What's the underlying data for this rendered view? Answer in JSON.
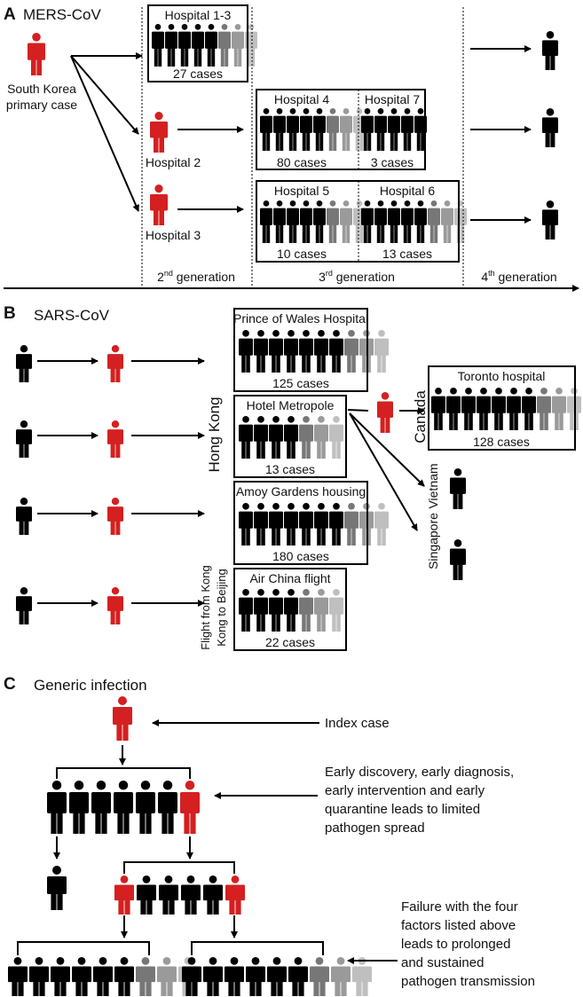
{
  "colors": {
    "infected": "#d42020",
    "case": "#000000",
    "gray1": "#777777",
    "gray2": "#9a9a9a",
    "gray3": "#bfbfbf",
    "line": "#000000"
  },
  "panelA": {
    "letter": "A",
    "title": "MERS-CoV",
    "primary_label_1": "South Korea",
    "primary_label_2": "primary case",
    "h2_label": "Hospital 2",
    "h3_label": "Hospital 3",
    "box_h13_title": "Hospital 1-3",
    "box_h13_count": "27 cases",
    "box_h4_title": "Hospital 4",
    "box_h4_count": "80 cases",
    "box_h7_title": "Hospital 7",
    "box_h7_count": "3 cases",
    "box_h5_title": "Hospital 5",
    "box_h5_count": "10 cases",
    "box_h6_title": "Hospital 6",
    "box_h6_count": "13 cases",
    "gen2_num": "2",
    "gen2_sup": "nd",
    "gen2_text": " generation",
    "gen3_num": "3",
    "gen3_sup": "rd",
    "gen3_text": " generation",
    "gen4_num": "4",
    "gen4_sup": "th",
    "gen4_text": " generation"
  },
  "panelB": {
    "letter": "B",
    "title": "SARS-CoV",
    "hong_kong": "Hong Kong",
    "flight_line_1": "Flight from Kong",
    "flight_line_2": "Kong to Beijing",
    "pow_title": "Prince of Wales Hospital",
    "pow_count": "125 cases",
    "metropole_title": "Hotel Metropole",
    "metropole_count": "13 cases",
    "amoy_title": "Amoy Gardens housing",
    "amoy_count": "180 cases",
    "airchina_title": "Air China flight",
    "airchina_count": "22 cases",
    "canada": "Canada",
    "toronto_title": "Toronto hospital",
    "toronto_count": "128 cases",
    "vietnam": "Vietnam",
    "singapore": "Singapore"
  },
  "panelC": {
    "letter": "C",
    "title": "Generic infection",
    "index_case": "Index case",
    "early_1": "Early discovery, early diagnosis,",
    "early_2": "early intervention and early",
    "early_3": "quarantine leads to limited",
    "early_4": "pathogen spread",
    "fail_1": "Failure with the four",
    "fail_2": "factors listed above",
    "fail_3": "leads to prolonged",
    "fail_4": "and sustained",
    "fail_5": "pathogen transmission"
  }
}
